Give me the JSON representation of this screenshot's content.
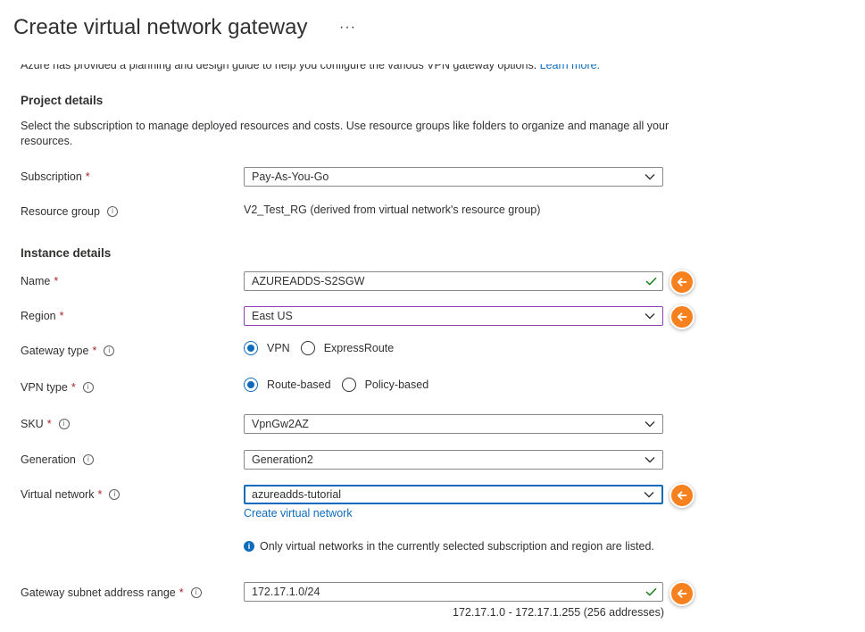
{
  "page": {
    "title": "Create virtual network gateway",
    "more_label": "···"
  },
  "intro": {
    "text": "Azure has provided a planning and design guide to help you configure the various VPN gateway options.",
    "link": "Learn more."
  },
  "project": {
    "heading": "Project details",
    "description": "Select the subscription to manage deployed resources and costs. Use resource groups like folders to organize and manage all your resources.",
    "subscription_label": "Subscription",
    "subscription_value": "Pay-As-You-Go",
    "resource_group_label": "Resource group",
    "resource_group_value": "V2_Test_RG (derived from virtual network's resource group)"
  },
  "instance": {
    "heading": "Instance details",
    "name_label": "Name",
    "name_value": "AZUREADDS-S2SGW",
    "region_label": "Region",
    "region_value": "East US",
    "gateway_type_label": "Gateway type",
    "gateway_type_options": [
      "VPN",
      "ExpressRoute"
    ],
    "gateway_type_selected": "VPN",
    "vpn_type_label": "VPN type",
    "vpn_type_options": [
      "Route-based",
      "Policy-based"
    ],
    "vpn_type_selected": "Route-based",
    "sku_label": "SKU",
    "sku_value": "VpnGw2AZ",
    "generation_label": "Generation",
    "generation_value": "Generation2",
    "vnet_label": "Virtual network",
    "vnet_value": "azureadds-tutorial",
    "create_vnet_link": "Create virtual network",
    "vnet_note": "Only virtual networks in the currently selected subscription and region are listed.",
    "subnet_label": "Gateway subnet address range",
    "subnet_value": "172.17.1.0/24",
    "subnet_range": "172.17.1.0 - 172.17.1.255 (256 addresses)"
  },
  "required_mark": "*",
  "info_glyph": "i",
  "icons": {
    "dropdown": "chevron-down-icon",
    "valid": "checkmark-icon",
    "info": "info-circle-icon",
    "callout": "arrow-left-icon"
  },
  "colors": {
    "accent": "#0f6cbd",
    "callout": "#f7811e",
    "valid": "#107c10",
    "required": "#a4262c",
    "region_border": "#8c3fb5"
  }
}
